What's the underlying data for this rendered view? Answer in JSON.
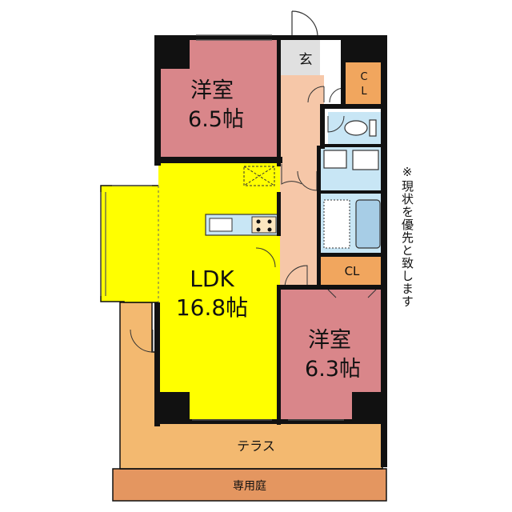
{
  "rooms": {
    "west_bedroom": {
      "name": "洋室",
      "size": "6.5帖"
    },
    "ldk": {
      "name": "LDK",
      "size": "16.8帖"
    },
    "south_bedroom": {
      "name": "洋室",
      "size": "6.3帖"
    },
    "entrance": "玄",
    "closet_upper": {
      "line1": "C",
      "line2": "L"
    },
    "closet_lower": "CL",
    "terrace": "テラス",
    "garden": "専用庭"
  },
  "note": "※現状を優先と致します",
  "colors": {
    "bedroom": "#d9868a",
    "ldk": "#ffff00",
    "hall": "#f6c7a8",
    "closet": "#f1a65e",
    "wet_area": "#c8e6f5",
    "terrace": "#f3b970",
    "garden": "#e49660",
    "wall": "#111111"
  }
}
